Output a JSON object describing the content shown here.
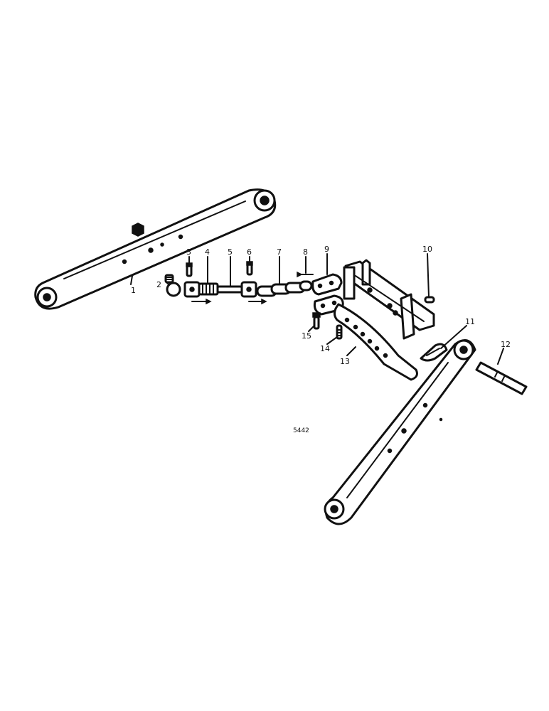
{
  "diagram": {
    "reference_code": "5442",
    "callouts": [
      {
        "id": "1",
        "label": "1"
      },
      {
        "id": "2",
        "label": "2"
      },
      {
        "id": "3",
        "label": "3"
      },
      {
        "id": "4",
        "label": "4"
      },
      {
        "id": "5",
        "label": "5"
      },
      {
        "id": "6",
        "label": "6"
      },
      {
        "id": "7",
        "label": "7"
      },
      {
        "id": "8",
        "label": "8"
      },
      {
        "id": "9",
        "label": "9"
      },
      {
        "id": "10",
        "label": "10"
      },
      {
        "id": "11",
        "label": "11"
      },
      {
        "id": "12",
        "label": "12"
      },
      {
        "id": "13",
        "label": "13"
      },
      {
        "id": "14",
        "label": "14"
      },
      {
        "id": "15",
        "label": "15"
      }
    ]
  }
}
